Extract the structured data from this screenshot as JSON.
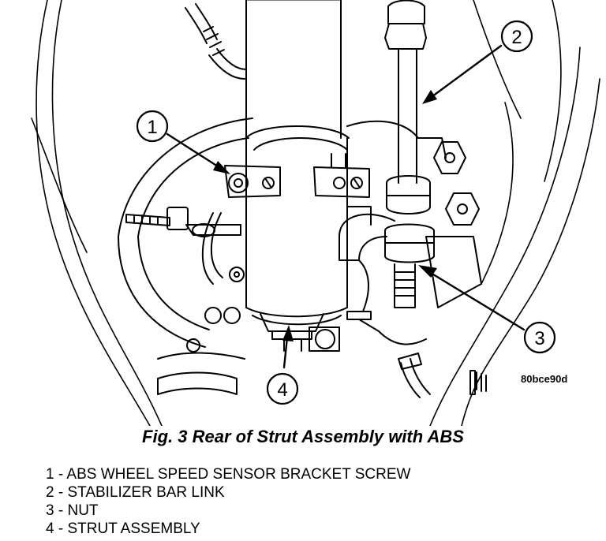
{
  "figure": {
    "callouts": [
      "1",
      "2",
      "3",
      "4"
    ],
    "image_code": "80bce90d"
  },
  "caption": "Fig. 3 Rear of Strut Assembly with ABS",
  "legend": [
    {
      "number": "1",
      "text": "ABS WHEEL SPEED SENSOR BRACKET SCREW"
    },
    {
      "number": "2",
      "text": "STABILIZER BAR LINK"
    },
    {
      "number": "3",
      "text": "NUT"
    },
    {
      "number": "4",
      "text": "STRUT ASSEMBLY"
    }
  ],
  "colors": {
    "ink": "#000000",
    "paper": "#ffffff"
  }
}
